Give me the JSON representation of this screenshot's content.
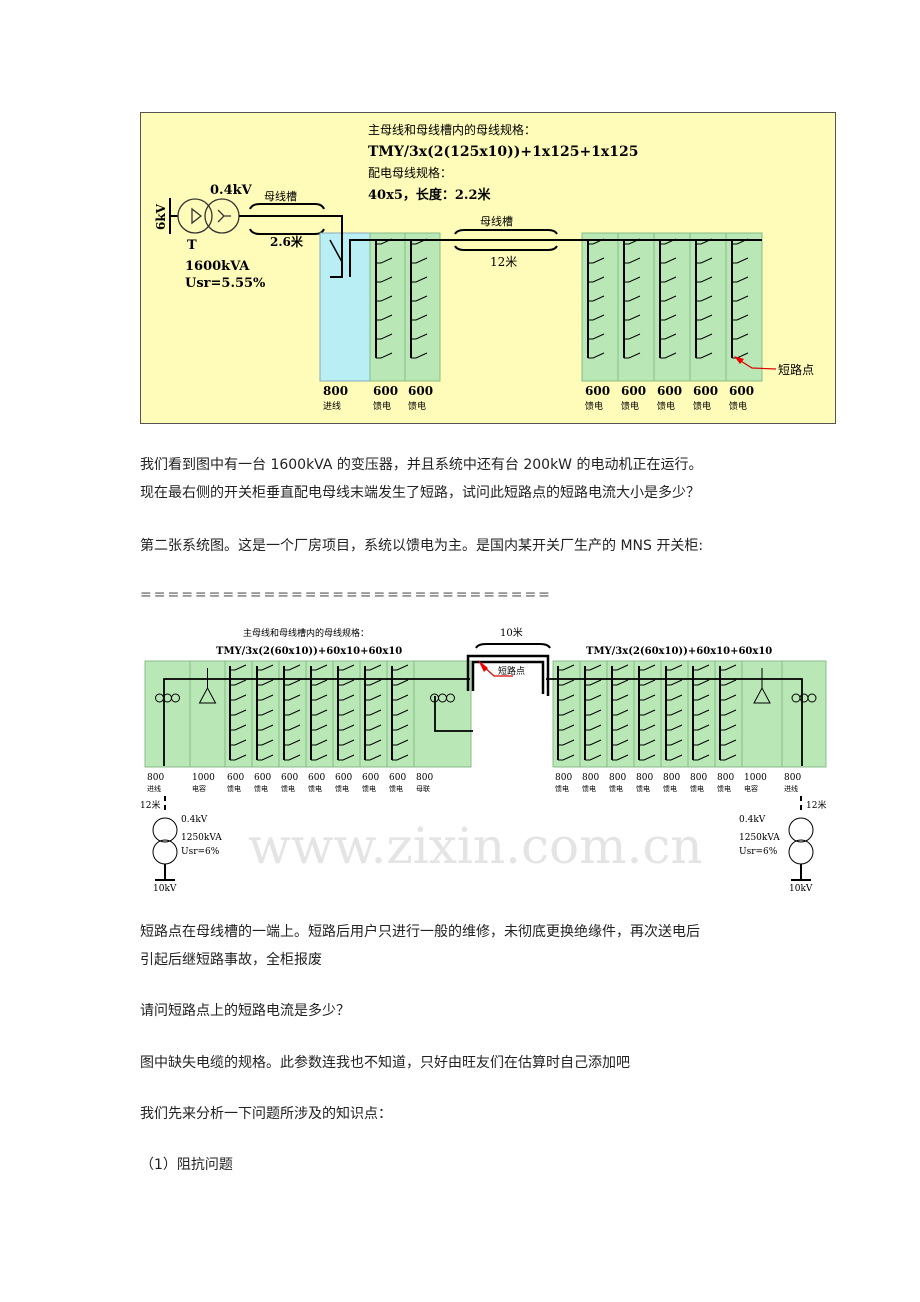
{
  "diagram1": {
    "spec_title": "主母线和母线槽内的母线规格：",
    "spec_main": "TMY/3x(2(125x10))+1x125+1x125",
    "spec_dist_title": "配电母线规格：",
    "spec_dist": "40x5，长度：2.2米",
    "hv": "6kV",
    "lv": "0.4kV",
    "t": "T",
    "rating": "1600kVA",
    "usr": "Usr=5.55%",
    "busway_left": "母线槽",
    "busway_left_len": "2.6米",
    "busway_mid": "母线槽",
    "busway_mid_len": "12米",
    "fault": "短路点",
    "cabinets": [
      {
        "num": "800",
        "type": "进线"
      },
      {
        "num": "600",
        "type": "馈电"
      },
      {
        "num": "600",
        "type": "馈电"
      },
      {
        "num": "600",
        "type": "馈电"
      },
      {
        "num": "600",
        "type": "馈电"
      },
      {
        "num": "600",
        "type": "馈电"
      },
      {
        "num": "600",
        "type": "馈电"
      },
      {
        "num": "600",
        "type": "馈电"
      }
    ],
    "colors": {
      "bg": "#fefcb8",
      "incoming": "#b8eef4",
      "feeder": "#b9e8b6"
    }
  },
  "paragraphs": [
    "我们看到图中有一台 1600kVA 的变压器，并且系统中还有台 200kW 的电动机正在运行。",
    "现在最右侧的开关柜垂直配电母线末端发生了短路，试问此短路点的短路电流大小是多少？",
    "第二张系统图。这是一个厂房项目，系统以馈电为主。是国内某开关厂生产的 MNS 开关柜:",
    "==============================",
    "短路点在母线槽的一端上。短路后用户只进行一般的维修，未彻底更换绝缘件，再次送电后",
    "引起后继短路事故，全柜报废",
    "请问短路点上的短路电流是多少？",
    "图中缺失电缆的规格。此参数连我也不知道，只好由旺友们在估算时自己添加吧",
    "我们先来分析一下问题所涉及的知识点：",
    "（1）阻抗问题"
  ],
  "diagram2": {
    "watermark": "www.zixin.com.cn",
    "spec_title": "主母线和母线槽内的母线规格：",
    "spec_left": "TMY/3x(2(60x10))+60x10+60x10",
    "spec_right": "TMY/3x(2(60x10))+60x10+60x10",
    "busway_len": "10米",
    "fault": "短路点",
    "left_cabinets": [
      {
        "num": "800",
        "type": "进线"
      },
      {
        "num": "1000",
        "type": "电容"
      },
      {
        "num": "600",
        "type": "馈电"
      },
      {
        "num": "600",
        "type": "馈电"
      },
      {
        "num": "600",
        "type": "馈电"
      },
      {
        "num": "600",
        "type": "馈电"
      },
      {
        "num": "600",
        "type": "馈电"
      },
      {
        "num": "600",
        "type": "馈电"
      },
      {
        "num": "600",
        "type": "馈电"
      },
      {
        "num": "800",
        "type": "母联"
      }
    ],
    "right_cabinets": [
      {
        "num": "800",
        "type": "馈电"
      },
      {
        "num": "800",
        "type": "馈电"
      },
      {
        "num": "800",
        "type": "馈电"
      },
      {
        "num": "800",
        "type": "馈电"
      },
      {
        "num": "800",
        "type": "馈电"
      },
      {
        "num": "800",
        "type": "馈电"
      },
      {
        "num": "800",
        "type": "馈电"
      },
      {
        "num": "1000",
        "type": "电容"
      },
      {
        "num": "800",
        "type": "进线"
      }
    ],
    "cable_len": "12米",
    "lv": "0.4kV",
    "rating": "1250kVA",
    "usr": "Usr=6%",
    "hv": "10kV",
    "colors": {
      "cabinet": "#b9e8b6"
    }
  }
}
